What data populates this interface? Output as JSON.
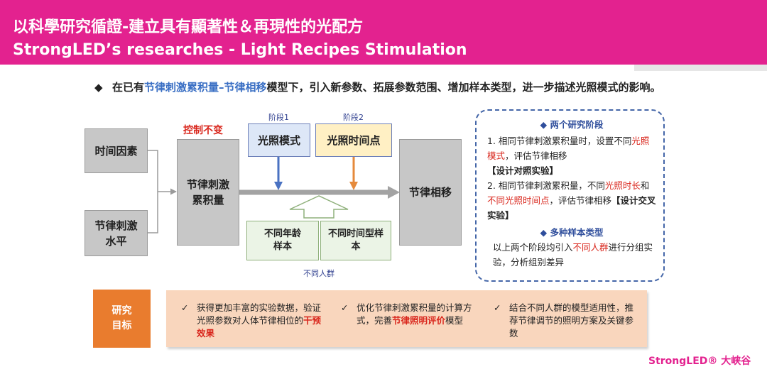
{
  "header": {
    "title_cn": "以科學研究循證-建立具有顯著性＆再現性的光配方",
    "title_en": "StrongLED’s researches - Light Recipes Stimulation"
  },
  "intro": {
    "bullet": "◆",
    "p1": "在已有",
    "p2": "节律刺激累积量–节律相移",
    "p3": "模型下，引入新参数、拓展参数范围、增加样本类型，进一步描述光照模式的影响。"
  },
  "diagram": {
    "input_time": "时间因素",
    "input_level": "节律刺激水平",
    "control_label": "控制不变",
    "accum": "节律刺激累积量",
    "stage1_label": "阶段1",
    "stage1_box": "光照模式",
    "stage2_label": "阶段2",
    "stage2_box": "光照时间点",
    "output": "节律相移",
    "sample_age": "不同年龄样本",
    "sample_type": "不同时间型样本",
    "crowd_label": "不同人群"
  },
  "research_panel": {
    "heading1": "◆ 两个研究阶段",
    "item1_a": "1.  相同节律刺激累积量时，设置不同",
    "item1_red": "光照模式",
    "item1_b": "，评估节律相移",
    "item1_tag": "【设计对照实验】",
    "item2_a": "2.  相同节律刺激累积量，不同",
    "item2_red1": "光照时长",
    "item2_b": "和",
    "item2_red2": "不同光照时间点",
    "item2_c": "，评估节律相移",
    "item2_tag": "【设计交叉实验】",
    "heading2": "◆ 多种样本类型",
    "item3_a": "以上两个阶段均引入",
    "item3_red": "不同人群",
    "item3_b": "进行分组实验，分析组别差异"
  },
  "goals": {
    "label": "研究目标",
    "check": "✓",
    "g1_a": "获得更加丰富的实验数据，验证光照参数对人体节律相位的",
    "g1_red": "干预效果",
    "g2_a": "优化节律刺激累积量的计算方式，完善",
    "g2_red": "节律照明评价",
    "g2_b": "模型",
    "g3": "结合不同人群的模型适用性，推荐节律调节的照明方案及关键参数"
  },
  "logo": "StrongLED® 大峡谷",
  "colors": {
    "header": "#e3228f",
    "accent_orange": "#e97c2e",
    "accent_blue": "#3a6fc4",
    "accent_red": "#d9261c"
  }
}
